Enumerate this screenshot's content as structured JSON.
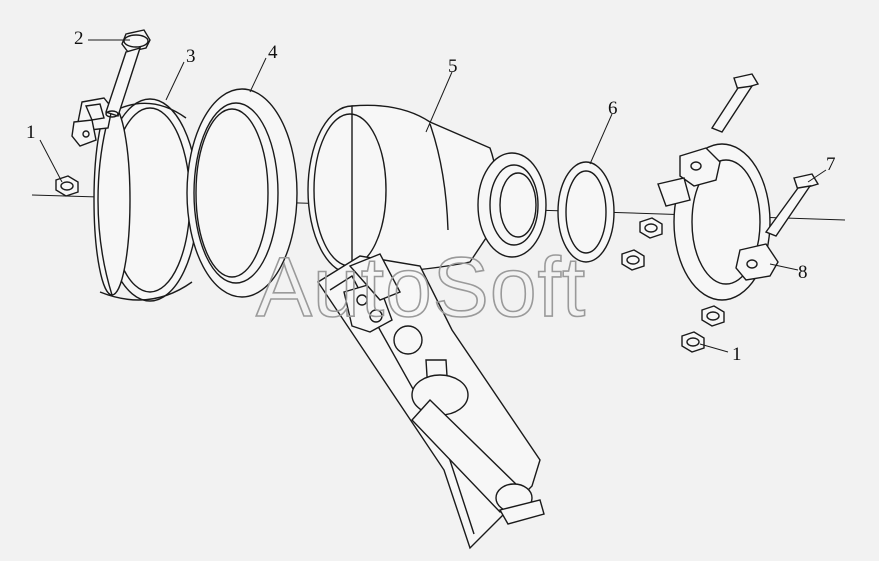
{
  "diagram": {
    "watermark": "AutoSoft",
    "callouts": [
      {
        "id": "c1a",
        "text": "1"
      },
      {
        "id": "c2",
        "text": "2"
      },
      {
        "id": "c3",
        "text": "3"
      },
      {
        "id": "c4",
        "text": "4"
      },
      {
        "id": "c5",
        "text": "5"
      },
      {
        "id": "c6",
        "text": "6"
      },
      {
        "id": "c7",
        "text": "7"
      },
      {
        "id": "c8",
        "text": "8"
      },
      {
        "id": "c1b",
        "text": "1"
      }
    ]
  }
}
